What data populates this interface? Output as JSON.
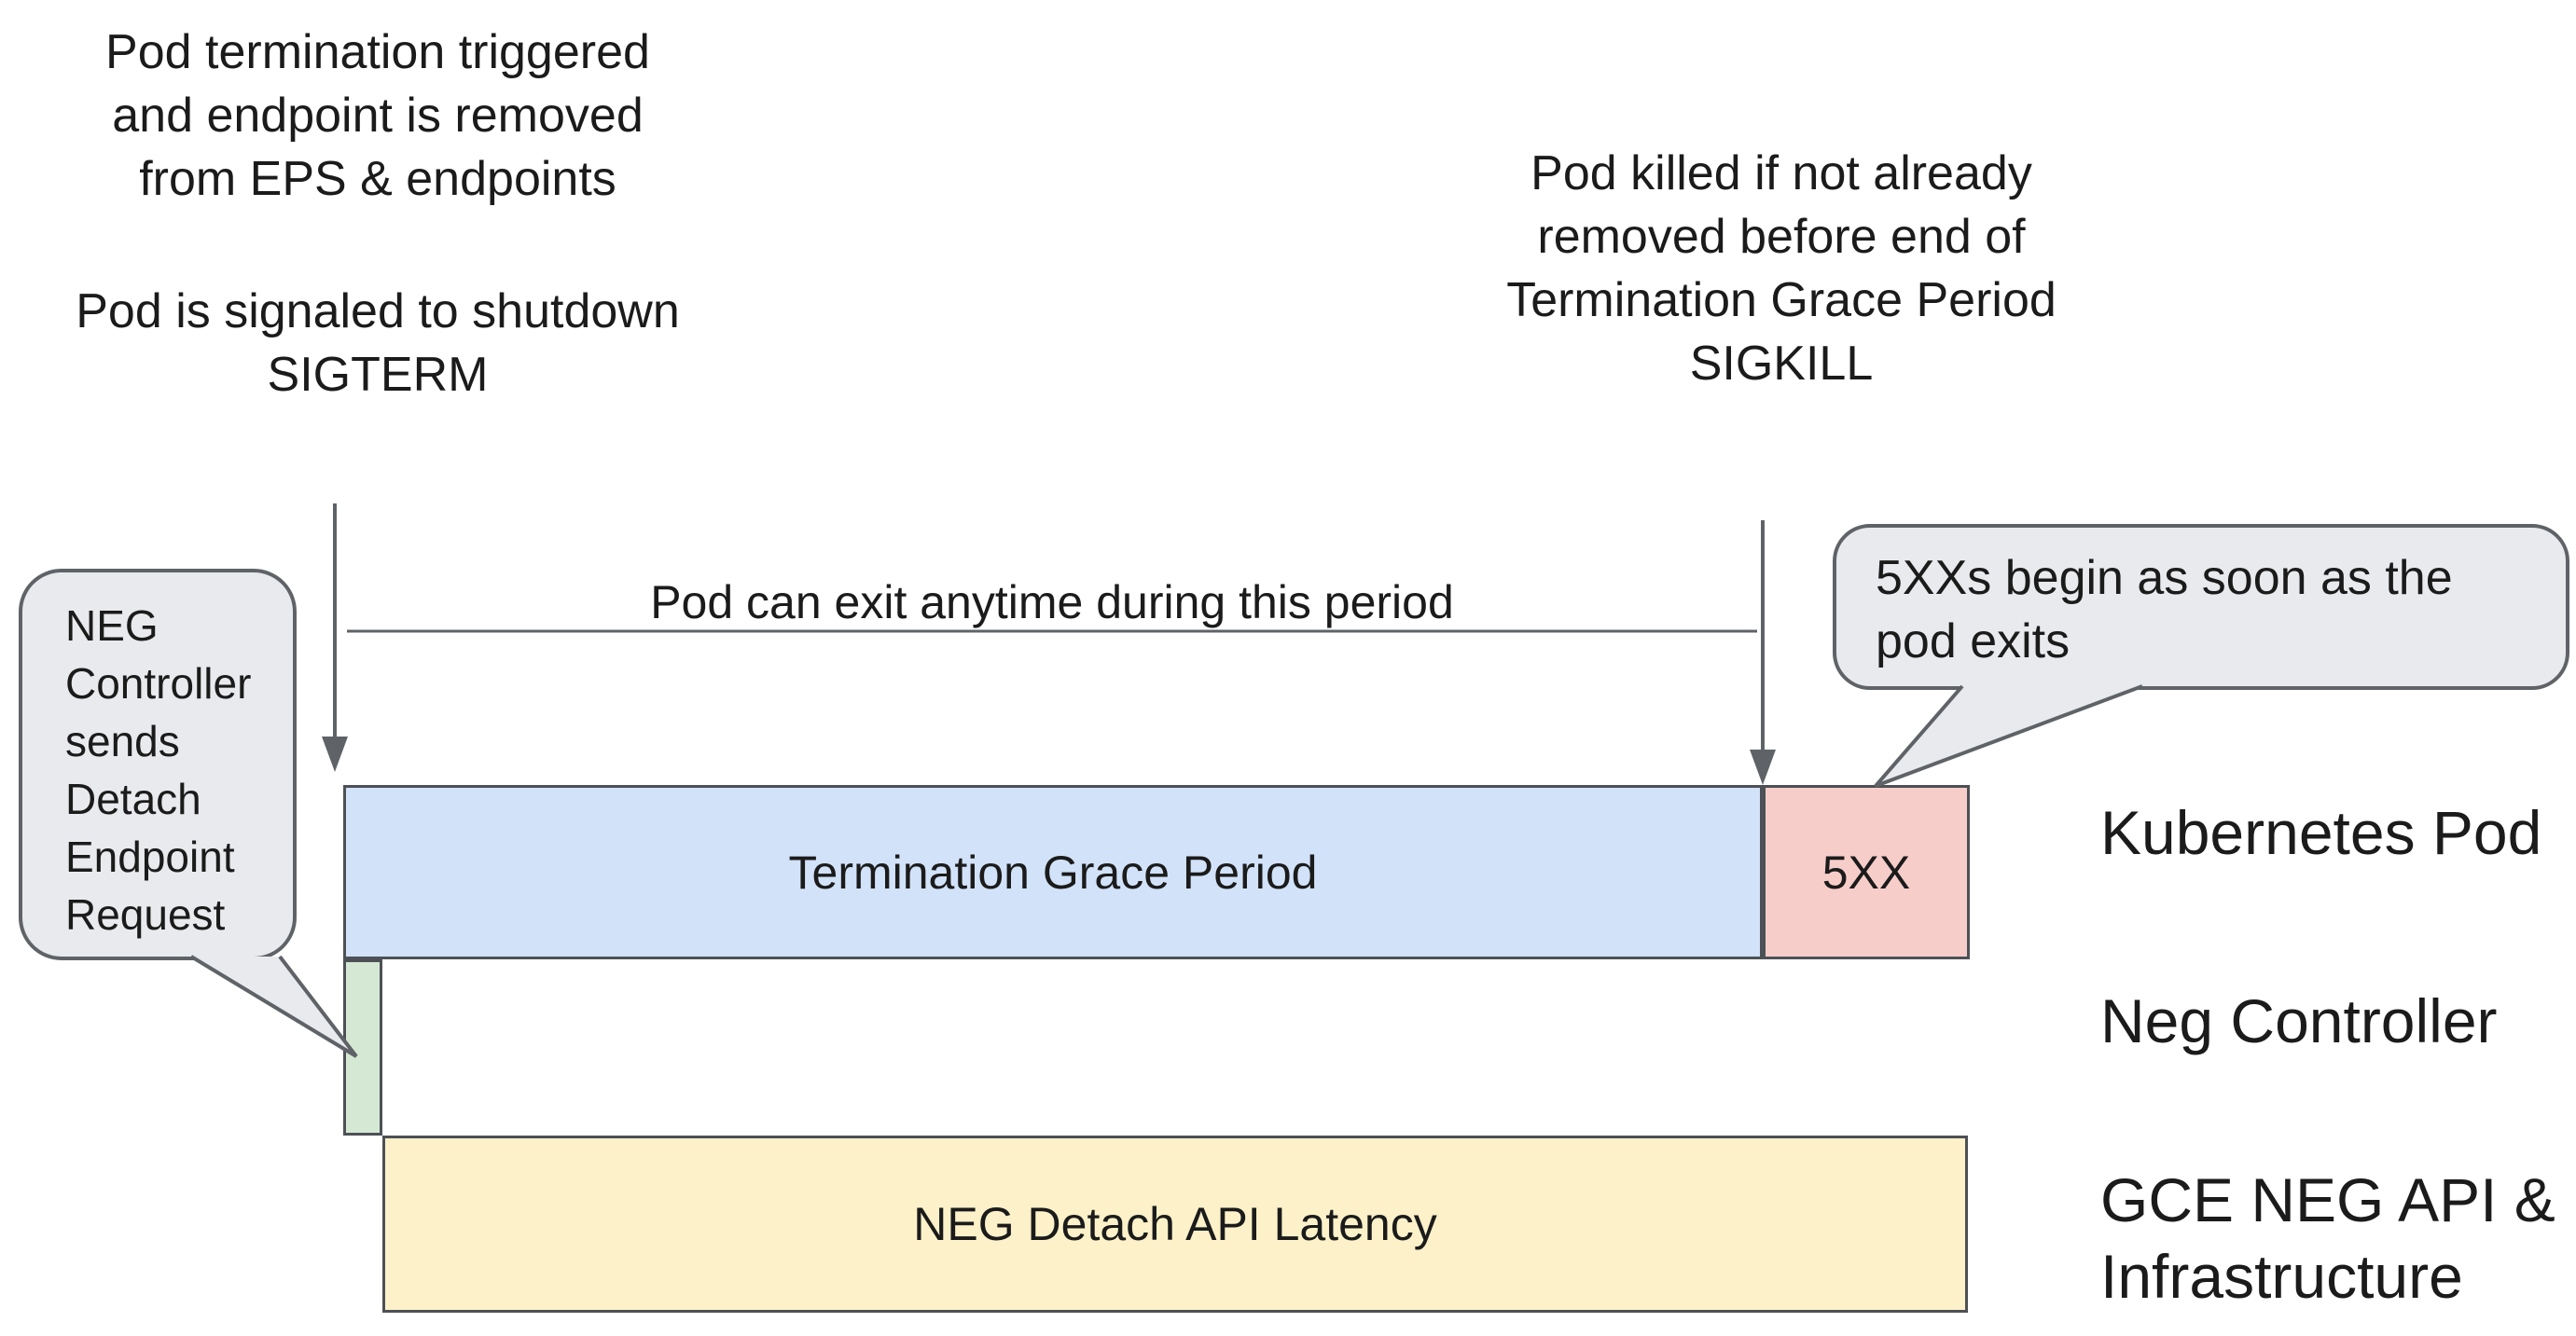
{
  "palette": {
    "background": "#ffffff",
    "text": "#1b1b1b",
    "bar_border": "#4d5156",
    "line_gray": "#5f6368",
    "bubble_fill": "#e9eaed",
    "bubble_border": "#5f6368",
    "grace_blue": "#d2e2f9",
    "error_red": "#f7cdca",
    "detach_green": "#d5e8d4",
    "latency_yellow": "#fcf1c8"
  },
  "notes": {
    "termination_trigger": "Pod termination triggered\nand endpoint is removed\nfrom EPS & endpoints",
    "sigterm": "Pod is signaled to shutdown\nSIGTERM",
    "sigkill": "Pod killed if not already\nremoved before end of\nTermination Grace Period\nSIGKILL",
    "range": "Pod can exit anytime during this period"
  },
  "bubbles": {
    "neg_controller": "NEG\nController\nsends\nDetach\nEndpoint\nRequest",
    "fivexx_begin": "5XXs begin as soon as the\npod exits"
  },
  "bars": {
    "grace_period": "Termination Grace Period",
    "fivexx": "5XX",
    "neg_latency": "NEG Detach API Latency"
  },
  "rows": {
    "kubernetes_pod": "Kubernetes Pod",
    "neg_controller": "Neg Controller",
    "gce_infra": "GCE NEG API &\nInfrastructure"
  }
}
